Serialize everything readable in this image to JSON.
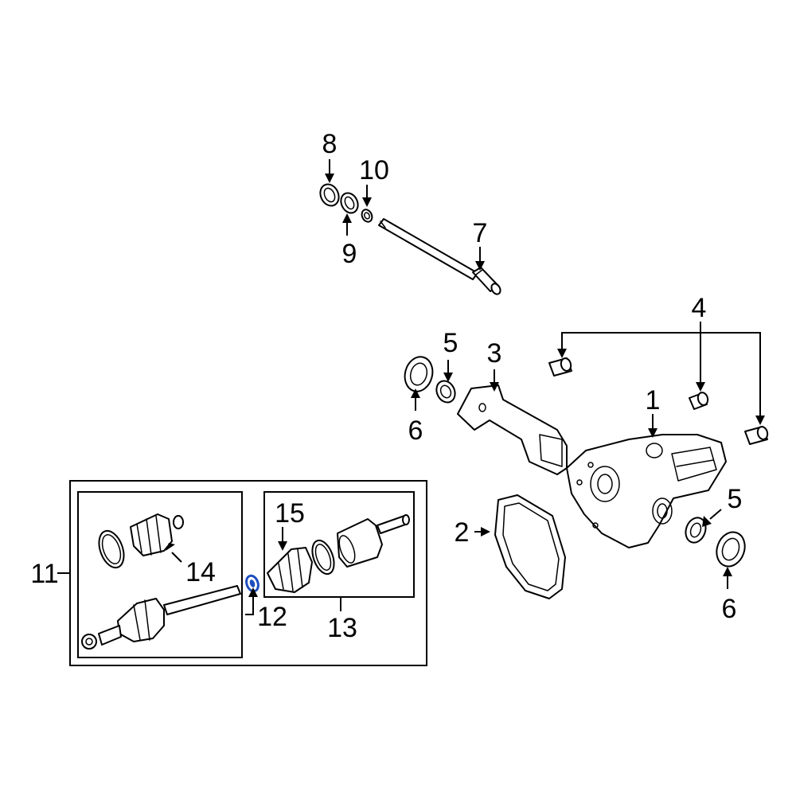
{
  "diagram": {
    "highlight_color": "#1f4fbf",
    "callouts": {
      "c1": "1",
      "c2": "2",
      "c3": "3",
      "c4": "4",
      "c5a": "5",
      "c5b": "5",
      "c6a": "6",
      "c6b": "6",
      "c7": "7",
      "c8": "8",
      "c9": "9",
      "c10": "10",
      "c11": "11",
      "c12": "12",
      "c13": "13",
      "c14": "14",
      "c15": "15"
    }
  }
}
